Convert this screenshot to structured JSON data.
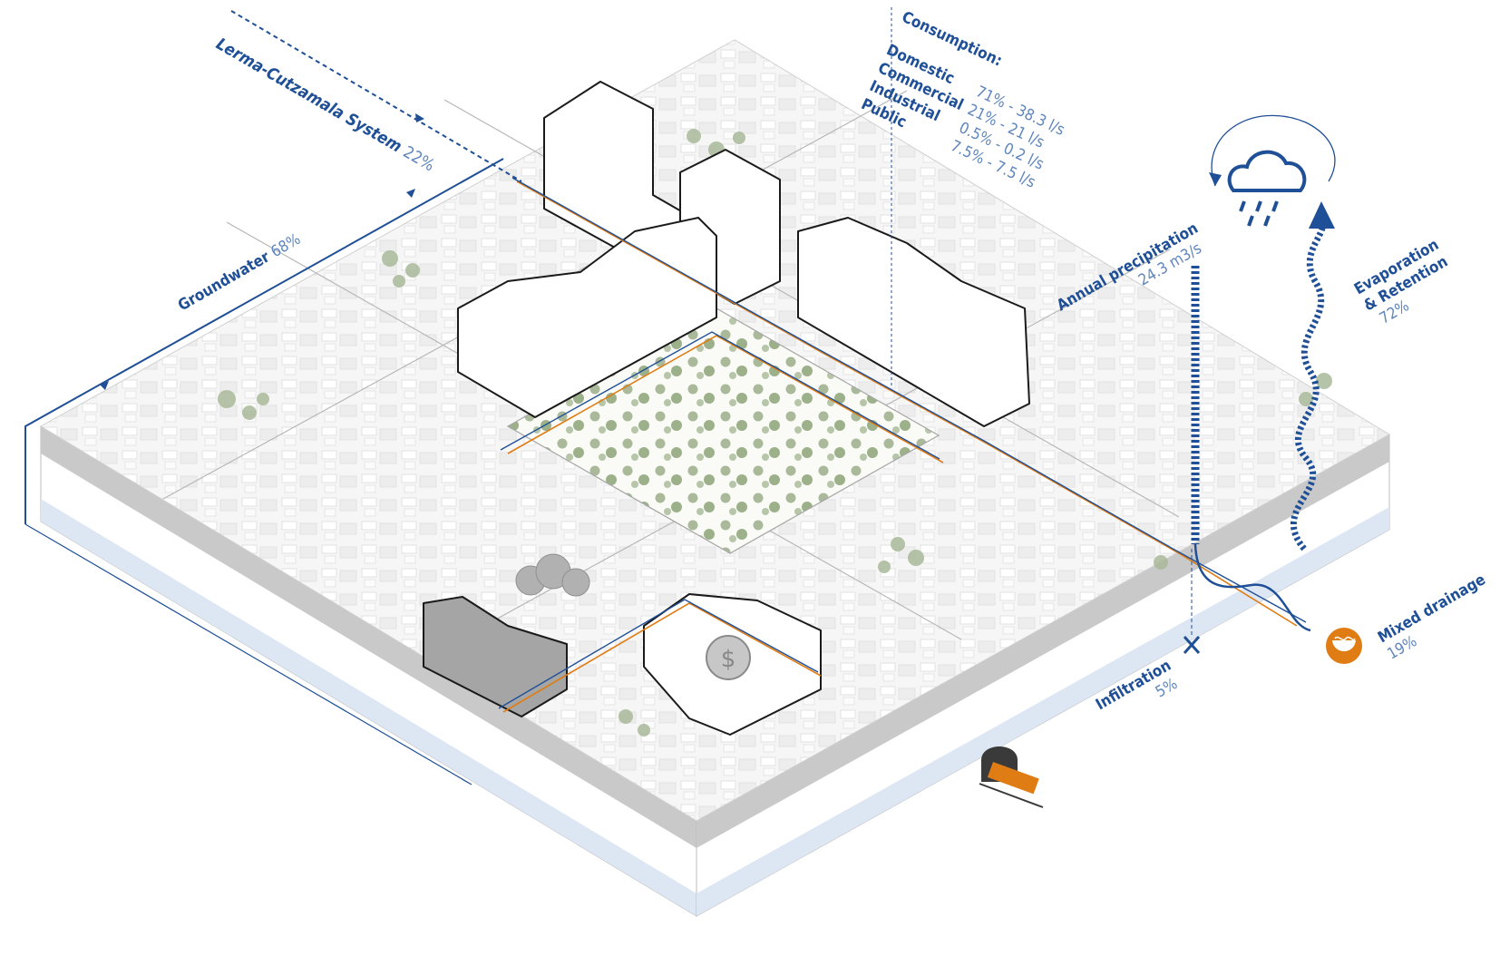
{
  "sources": {
    "lerma": {
      "name": "Lerma-Cutzamala System",
      "pct": "22%"
    },
    "groundwater": {
      "name": "Groundwater",
      "pct": "68%"
    }
  },
  "consumption": {
    "title": "Consumption:",
    "rows": [
      {
        "label": "Domestic",
        "value": "71% - 38.3 l/s"
      },
      {
        "label": "Commercial",
        "value": "21% - 21 l/s"
      },
      {
        "label": "Industrial",
        "value": "0.5% - 0.2 l/s"
      },
      {
        "label": "Public",
        "value": "7.5% - 7.5 l/s"
      }
    ]
  },
  "precipitation": {
    "label": "Annual precipitation",
    "value": "24.3 m3/s"
  },
  "evaporation": {
    "line1": "Evaporation",
    "line2": "& Retention",
    "pct": "72%"
  },
  "drainage": {
    "label": "Mixed drainage",
    "pct": "19%"
  },
  "infiltration": {
    "label": "Infiltration",
    "pct": "5%"
  },
  "colors": {
    "blue": "#1f4f96",
    "light_blue": "#5f86bd",
    "orange": "#e07c14",
    "ground_grey": "#c9c9c9",
    "water_blue": "#dde7f3",
    "park_green": "#8fa57d"
  },
  "icons": [
    "rain-cloud-icon",
    "evaporation-cycle-arrow-icon",
    "dollar-coin-icon",
    "drainage-bowl-icon",
    "infiltration-x-icon",
    "metro-train-icon"
  ]
}
